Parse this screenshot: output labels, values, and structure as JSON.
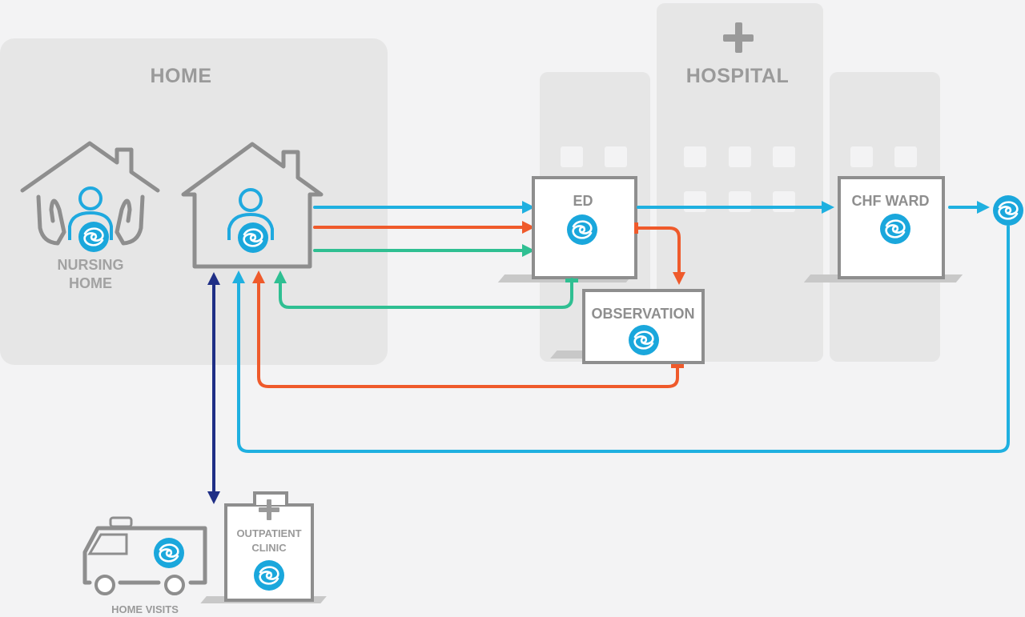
{
  "zones": {
    "home_label": "HOME",
    "hospital_label": "HOSPITAL"
  },
  "nodes": {
    "nursing_home_line1": "NURSING",
    "nursing_home_line2": "HOME",
    "ed": "ED",
    "observation": "OBSERVATION",
    "chf_ward": "CHF WARD",
    "outpatient_line1": "OUTPATIENT",
    "outpatient_line2": "CLINIC",
    "home_visits": "HOME VISITS"
  },
  "colors": {
    "blue": "#1fb0e0",
    "orange": "#ef5a2b",
    "green": "#2fbf92",
    "navy": "#1f2f86",
    "person": "#1fa9df",
    "logo": "#1aa7dc",
    "outline": "#8e8e8e",
    "zone": "#e6e6e6"
  },
  "icons": {
    "brand": "spiral-logo-icon",
    "person": "caregiver-icon",
    "plus": "plus-icon"
  }
}
